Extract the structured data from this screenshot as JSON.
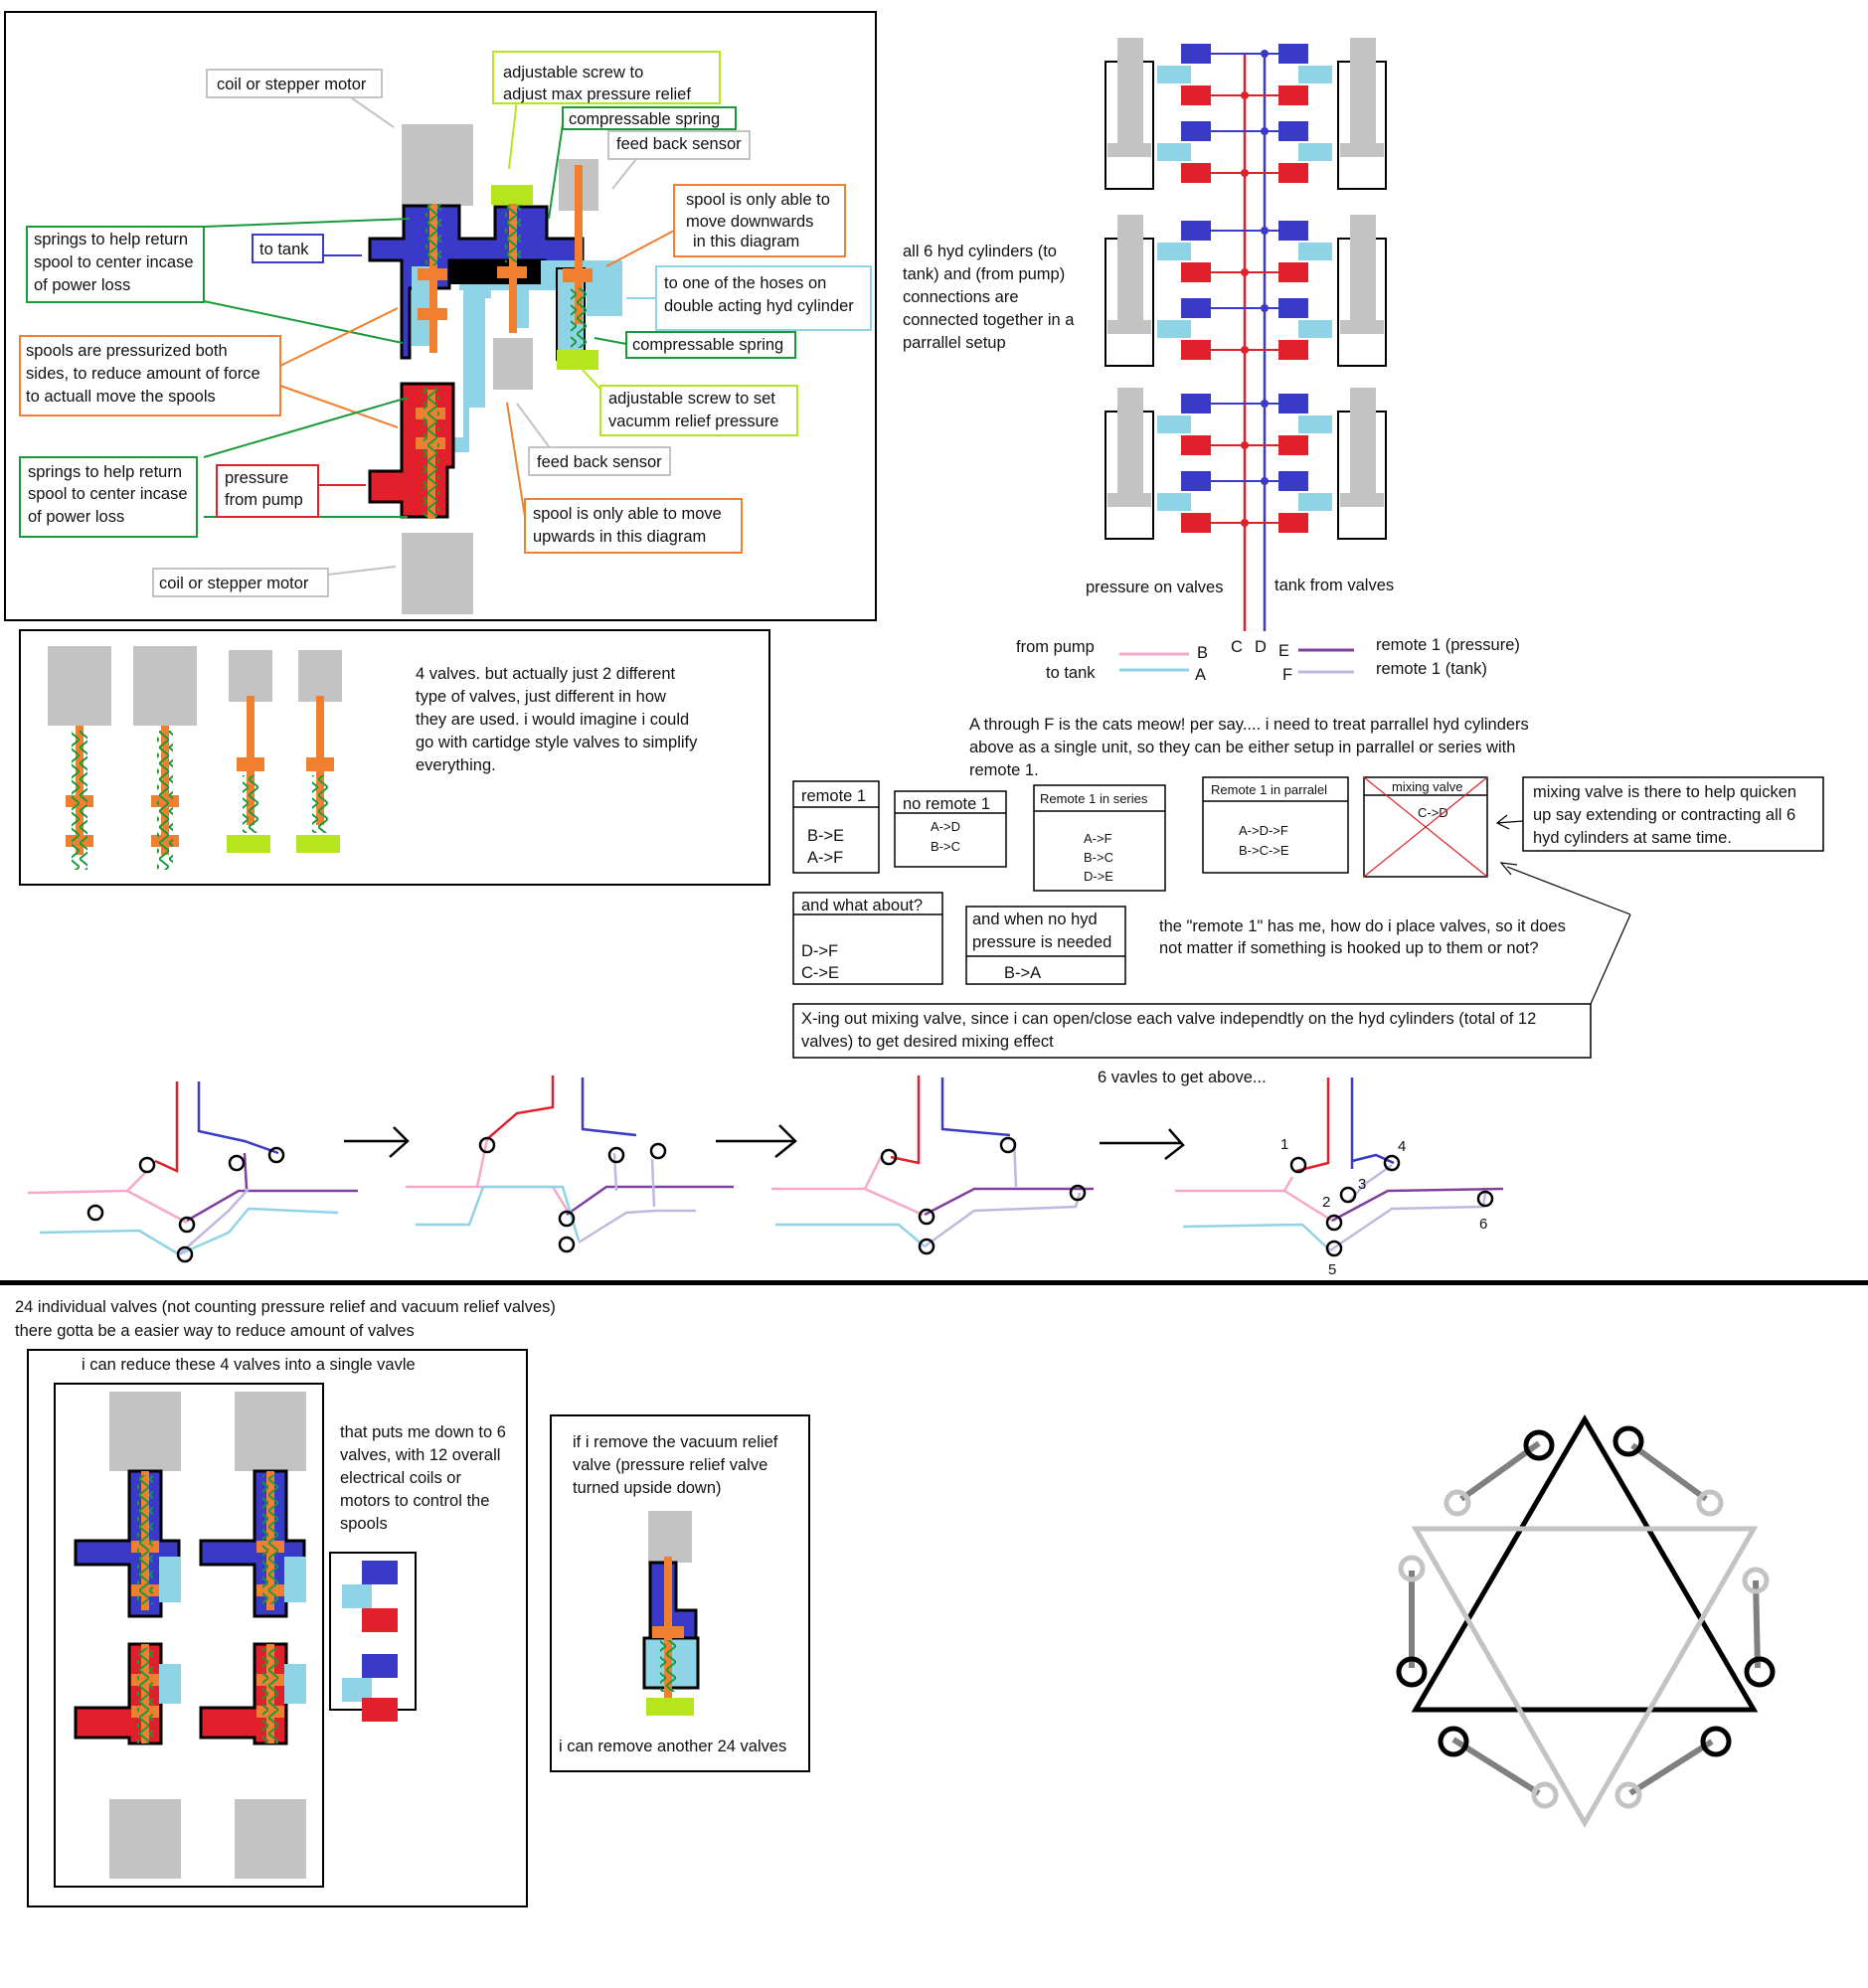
{
  "colors": {
    "red": "#e0202a",
    "blue": "#3a3ac8",
    "light_blue": "#8fd3e6",
    "orange": "#f08030",
    "green": "#1a9a3a",
    "lime": "#b5e61d",
    "gray": "#c3c3c3",
    "pink": "#f5a8c8",
    "purple": "#8040a0",
    "lavender": "#c0b8e0",
    "dark_gray": "#808080"
  },
  "top_left_panel": {
    "coil_top": "coil or stepper motor",
    "adj_screw_max": [
      "adjustable screw to",
      "adjust max pressure relief"
    ],
    "comp_spring_top": "compressable spring",
    "feedback_top": "feed back sensor",
    "springs_return_top": [
      "springs to help return",
      "spool to center incase",
      "of power loss"
    ],
    "to_tank": "to tank",
    "spool_down": [
      "spool is only able to",
      "move downwards",
      "in this diagram"
    ],
    "to_hoses": [
      "to one of the hoses on",
      "double acting hyd cylinder"
    ],
    "comp_spring_bottom": "compressable spring",
    "spools_pressurized": [
      "spools are pressurized both",
      "sides, to reduce amount of force",
      "to actuall move the spools"
    ],
    "adj_screw_vac": [
      "adjustable screw to set",
      "vacumm relief pressure"
    ],
    "feedback_bottom": "feed back sensor",
    "springs_return_bottom": [
      "springs to help return",
      "spool to center incase",
      "of power loss"
    ],
    "pressure_from_pump": [
      "pressure",
      "from pump"
    ],
    "spool_up": [
      "spool is only able to move",
      "upwards in this diagram"
    ],
    "coil_bottom": "coil or stepper motor"
  },
  "valves_panel": {
    "text": [
      "4 valves. but actually just 2 different",
      "type of valves, just different in how",
      "they are used. i would imagine i could",
      "go with cartidge style valves to simplify",
      "everything."
    ]
  },
  "cylinders": {
    "note": [
      "all 6 hyd cylinders (to",
      "tank) and (from pump)",
      "connections are",
      "connected together in a",
      "parrallel setup"
    ],
    "pressure_label": "pressure on valves",
    "tank_label": "tank from valves"
  },
  "legend": {
    "from_pump": "from pump",
    "to_tank": "to tank",
    "b": "B",
    "a": "A",
    "c": "C",
    "d": "D",
    "e": "E",
    "f": "F",
    "remote_pressure": "remote 1 (pressure)",
    "remote_tank": "remote 1 (tank)"
  },
  "middle": {
    "cats_meow": [
      "A through F is the cats meow! per say.... i need to treat parrallel hyd cylinders",
      "above as a single unit, so they can be either setup in parrallel or series with",
      "remote 1."
    ],
    "box_remote1": {
      "title": "remote 1",
      "lines": [
        "B->E",
        "A->F"
      ]
    },
    "box_no_remote": {
      "title": "no remote  1",
      "lines": [
        "A->D",
        "B->C"
      ]
    },
    "box_series": {
      "title": "Remote 1 in  series",
      "lines": [
        "A->F",
        "B->C",
        "D->E"
      ]
    },
    "box_parallel": {
      "title": "Remote 1 in parralel",
      "lines": [
        "A->D->F",
        "B->C->E"
      ]
    },
    "box_mixing": {
      "title": "mixing valve",
      "lines": [
        "C->D"
      ]
    },
    "mixing_note": [
      "mixing valve is there to help quicken",
      "up say extending or contracting all 6",
      "hyd cylinders at same time."
    ],
    "box_what_about": {
      "title": "and what about?",
      "lines": [
        "D->F",
        "C->E"
      ]
    },
    "box_no_pressure": {
      "title": [
        "and when no hyd",
        "pressure is needed"
      ],
      "lines": [
        "B->A"
      ]
    },
    "remote_question": [
      "the \"remote 1\" has me, how do i place valves, so it does",
      "not matter if  something is hooked up to them or not?"
    ],
    "x_note": [
      "X-ing out mixing valve, since i can open/close each valve independtly on the hyd cylinders (total of 12",
      "valves) to get desired mixing effect"
    ],
    "six_valves": "6 vavles  to get above...",
    "valve_numbers": [
      "1",
      "2",
      "3",
      "4",
      "5",
      "6"
    ]
  },
  "bottom": {
    "note_24": [
      "24 individual valves (not counting pressure relief and vacuum relief valves)",
      "there gotta be a easier way to reduce amount of valves"
    ],
    "reduce_title": "i can reduce these 4 valves into a single vavle",
    "puts_down": [
      "that puts me down to 6",
      "valves, with 12 overall",
      "electrical coils or",
      "motors to control the",
      "spools"
    ],
    "remove_vac": [
      "if i remove the vacuum relief",
      "valve (pressure relief valve",
      "turned upside down)"
    ],
    "remove_24": "i can remove another 24 valves"
  }
}
